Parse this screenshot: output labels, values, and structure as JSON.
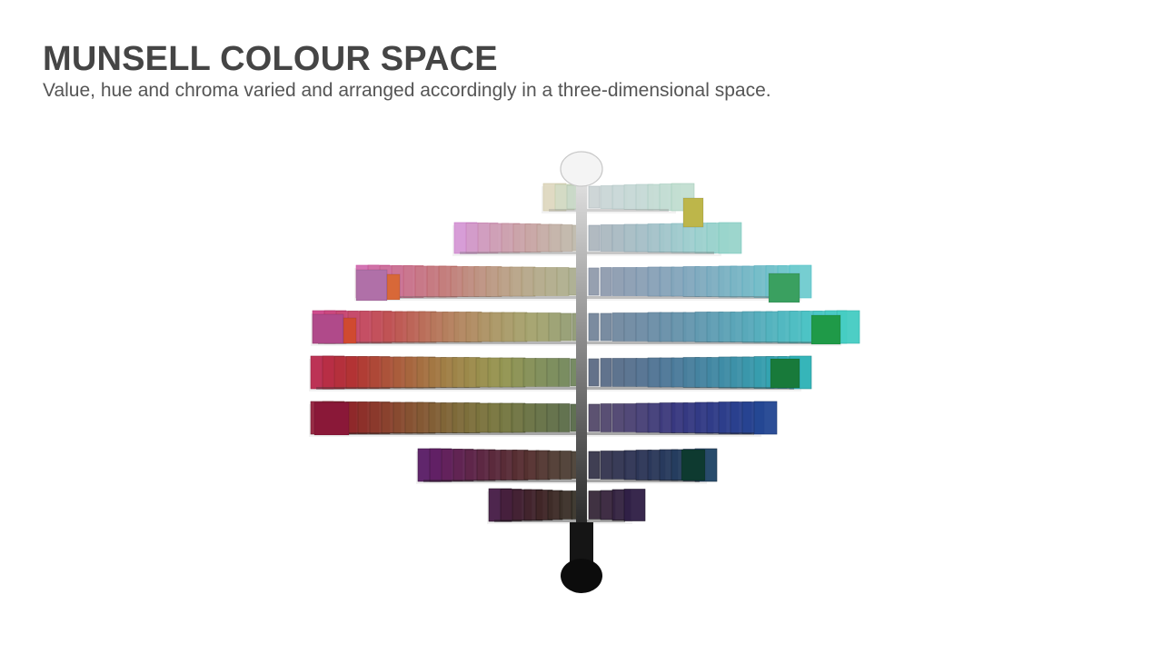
{
  "slide": {
    "title": "MUNSELL COLOUR SPACE",
    "subtitle": "Value, hue and chroma varied and arranged accordingly in a three-dimensional space."
  },
  "figure": {
    "subject": "munsell-colour-solid",
    "colors": {
      "axis_top": "#e4e4e4",
      "axis_bottom": "#111111",
      "red_purple": "#b0205a",
      "red": "#c8402e",
      "purple": "#6a3e8e",
      "purple_blue": "#3e4a9a",
      "blue": "#2d6db0",
      "blue_green": "#1f8a8c",
      "green": "#1f9a4a",
      "yellow": "#c4b43a"
    }
  }
}
